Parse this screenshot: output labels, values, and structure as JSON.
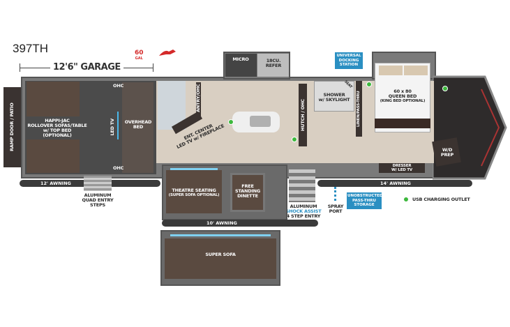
{
  "model": "397TH",
  "garage_dimension": "12'6\" GARAGE",
  "fuel": {
    "amount": "60",
    "unit": "GAL",
    "icon": "fuel-nozzle-icon",
    "color": "#d42a2a"
  },
  "rooms": {
    "ramp": "RAMP DOOR / PATIO",
    "sofas": [
      "HAPPI-JAC",
      "ROLLOVER SOFAS/TABLE",
      "w/ TOP BED",
      "(OPTIONAL)"
    ],
    "led_tv": "LED TV",
    "overhead_bed": [
      "OVERHEAD",
      "BED"
    ],
    "ohc": "OHC",
    "pantry": "PANTRY/OHC",
    "ent_center": [
      "ENT. CENTER",
      "LED TV w/ FIREPLACE"
    ],
    "micro": "MICRO",
    "refer": [
      "18CU.",
      "REFER"
    ],
    "hutch": "HUTCH / OHC",
    "shower": [
      "SHOWER",
      "w/ SKYLIGHT"
    ],
    "seat": "SEAT",
    "linen": "LINEN/PASS-THRU",
    "bed": [
      "60 x 80",
      "QUEEN BED",
      "(KING BED OPTIONAL)"
    ],
    "wd": [
      "W/D",
      "PREP"
    ],
    "dresser": [
      "DRESSER",
      "W/ LED TV"
    ],
    "theatre": [
      "THEATRE SEATING",
      "(SUPER SOFA OPTIONAL)"
    ],
    "dinette": [
      "FREE",
      "STANDING",
      "DINETTE"
    ],
    "super_sofa": "SUPER SOFA"
  },
  "awnings": {
    "a12": "12' AWNING",
    "a10": "10' AWNING",
    "a14": "14' AWNING"
  },
  "callouts": {
    "quad_steps": [
      "ALUMINUM",
      "QUAD ENTRY",
      "STEPS"
    ],
    "entry": [
      "ALUMINUM",
      "SHOCK ASSIST",
      "4 STEP ENTRY"
    ],
    "spray": [
      "SPRAY",
      "PORT"
    ],
    "docking": [
      "UNIVERSAL",
      "DOCKING",
      "STATION"
    ],
    "storage": [
      "UNOBSTRUCTED",
      "PASS-THRU",
      "STORAGE"
    ]
  },
  "legend": {
    "usb": "USB CHARGING OUTLET",
    "color": "#3db83d"
  },
  "colors": {
    "badge": "#2a8fc2",
    "floor": "#d9cfc2",
    "wall": "#555555"
  }
}
